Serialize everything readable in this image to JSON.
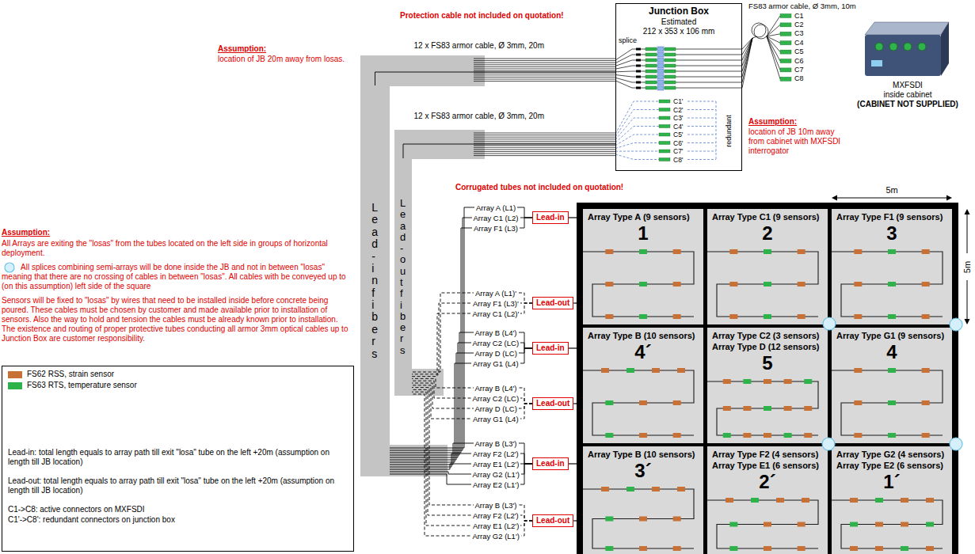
{
  "diagram": {
    "nodes": [
      {
        "text": [
          "Junction Box",
          "Estimated",
          "212 x 353 x 106 mm"
        ]
      },
      {
        "text": [
          "MXFSDI",
          "inside cabinet",
          "(CABINET NOT SUPPLIED)"
        ]
      },
      {
        "text": [
          "Lead-in fibers"
        ]
      },
      {
        "text": [
          "Lead-out fibers"
        ]
      },
      {
        "text": [
          "Lead-in"
        ]
      },
      {
        "text": [
          "Lead-out"
        ]
      },
      {
        "text": [
          "Lead-in"
        ]
      },
      {
        "text": [
          "Lead-out"
        ]
      },
      {
        "text": [
          "Lead-in"
        ]
      },
      {
        "text": [
          "Lead-out"
        ]
      },
      {
        "text": [
          "Array Type A (9 sensors)",
          "1"
        ]
      },
      {
        "text": [
          "Array Type C1 (9 sensors)",
          "2"
        ]
      },
      {
        "text": [
          "Array Type F1 (9 sensors)",
          "3"
        ]
      },
      {
        "text": [
          "Array Type B (10 sensors)",
          "4´"
        ]
      },
      {
        "text": [
          "Array Type C2 (3 sensors)",
          "Array Type D (12 sensors)",
          "5"
        ]
      },
      {
        "text": [
          "Array Type G1 (9 sensors)",
          "4"
        ]
      },
      {
        "text": [
          "Array Type B (10 sensors)",
          "3´"
        ]
      },
      {
        "text": [
          "Array Type F2 (4 sensors)",
          "Array Type E1 (6 sensors)",
          "2´"
        ]
      },
      {
        "text": [
          "Array Type G2 (4 sensors)",
          "Array Type E2 (6 sensors)",
          "1´"
        ]
      }
    ],
    "edges": [
      {
        "from": 2,
        "to": 0,
        "arrow": "none",
        "label": "12 x FS83 armor cable, Ø 3mm, 20m"
      },
      {
        "from": 3,
        "to": 0,
        "arrow": "none",
        "label": "12 x FS83 armor cable, Ø 3mm, 20m"
      },
      {
        "from": 4,
        "to": 10,
        "arrow": "none"
      },
      {
        "from": 5,
        "to": 10,
        "arrow": "none"
      },
      {
        "from": 6,
        "to": 13,
        "arrow": "none"
      },
      {
        "from": 7,
        "to": 13,
        "arrow": "none"
      },
      {
        "from": 8,
        "to": 16,
        "arrow": "none"
      },
      {
        "from": 9,
        "to": 16,
        "arrow": "none"
      },
      {
        "from": 4,
        "to": 2,
        "arrow": "none",
        "label": "Array A (L1)"
      },
      {
        "from": 4,
        "to": 2,
        "arrow": "none",
        "label": "Array C1 (L2)"
      },
      {
        "from": 4,
        "to": 2,
        "arrow": "none",
        "label": "Array F1 (L3)"
      },
      {
        "from": 5,
        "to": 3,
        "arrow": "none",
        "label": "Array A (L1)'"
      },
      {
        "from": 5,
        "to": 3,
        "arrow": "none",
        "label": "Array F1 (L3)'"
      },
      {
        "from": 5,
        "to": 3,
        "arrow": "none",
        "label": "Array C1 (L2)'"
      },
      {
        "from": 6,
        "to": 2,
        "arrow": "none",
        "label": "Array B (L4')"
      },
      {
        "from": 6,
        "to": 2,
        "arrow": "none",
        "label": "Array C2 (LC)"
      },
      {
        "from": 6,
        "to": 2,
        "arrow": "none",
        "label": "Array D (LC)"
      },
      {
        "from": 6,
        "to": 2,
        "arrow": "none",
        "label": "Array G1 (L4)"
      },
      {
        "from": 7,
        "to": 3,
        "arrow": "none",
        "label": "Array B (L4')"
      },
      {
        "from": 7,
        "to": 3,
        "arrow": "none",
        "label": "Array C2 (LC)"
      },
      {
        "from": 7,
        "to": 3,
        "arrow": "none",
        "label": "Array D (LC)"
      },
      {
        "from": 7,
        "to": 3,
        "arrow": "none",
        "label": "Array G1 (L4)"
      },
      {
        "from": 8,
        "to": 2,
        "arrow": "none",
        "label": "Array B (L3')"
      },
      {
        "from": 8,
        "to": 2,
        "arrow": "none",
        "label": "Array F2 (L2')"
      },
      {
        "from": 8,
        "to": 2,
        "arrow": "none",
        "label": "Array E1 (L2')"
      },
      {
        "from": 8,
        "to": 2,
        "arrow": "none",
        "label": "Array G2 (L1')"
      },
      {
        "from": 8,
        "to": 2,
        "arrow": "none",
        "label": "Array E2 (L1')"
      },
      {
        "from": 9,
        "to": 3,
        "arrow": "none",
        "label": "Array B (L3')"
      },
      {
        "from": 9,
        "to": 3,
        "arrow": "none",
        "label": "Array F2 (L2')"
      },
      {
        "from": 9,
        "to": 3,
        "arrow": "none",
        "label": "Array E1 (L2')"
      },
      {
        "from": 9,
        "to": 3,
        "arrow": "none",
        "label": "Array G2 (L1')"
      }
    ],
    "labels": [
      "Protection cable not included on quotation!",
      "FS83 armor cable, Ø 3mm, 10m",
      "C1",
      "C2",
      "C3",
      "C4",
      "C5",
      "C6",
      "C7",
      "C8",
      "splice",
      "C1'",
      "C2'",
      "C3'",
      "C4'",
      "C5'",
      "C6'",
      "C7'",
      "C8'",
      "redundant",
      "Assumption:",
      "location of JB 10m away from cabinet with MXFSDI interrogator",
      "Assumption:",
      "location of JB 20m away from losas.",
      "Corrugated tubes not included on quotation!",
      "5m",
      "5m",
      "Assumption:",
      "All Arrays are exiting the \"losas\" from the tubes located on the left side in groups of horizontal deployment.",
      "All splices combining semi-arrays will be done inside the JB and not in between \"losas\" meaning that there are no crossing of cables in between \"losas\". All cables with be conveyed up to (on this assumption) left side of the square",
      "Sensors will be fixed to \"losas\" by wires that need to be installed inside before concrete being poured. These cables must be chosen by customer and made available prior to installation of sensors. Also the way to hold and tension the cables must be already known prior to installation.",
      "The existence and routing of proper protective tubes conducting all armor 3mm optical cables up to Junction Box are customer responsibility.",
      "Lead-in: total length equals to array path till exit \"losa\" tube on the left +20m (assumption on length till JB location)",
      "Lead-out: total length equals to array path till exit \"losa\" tube on the left +20m (assumption on length till JB location)",
      "C1->C8: active connectors on MXFSDI",
      "C1'->C8': redundant connectors on junction box"
    ],
    "legend": [
      {
        "text": "FS62 RSS, strain sensor",
        "color": "#c87137"
      },
      {
        "text": "FS63 RTS, temperature sensor",
        "color": "#2db34a"
      }
    ]
  }
}
